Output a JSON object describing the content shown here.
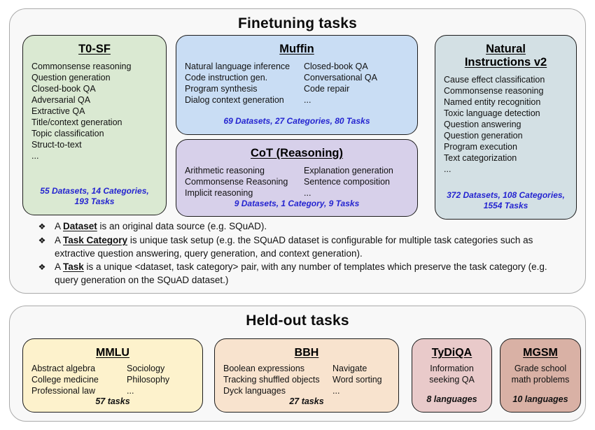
{
  "colors": {
    "count_blue": "#2424d0",
    "t0sf_bg": "#dae9d2",
    "muffin_bg": "#c9ddf4",
    "cot_bg": "#d7d0ea",
    "niv2_bg": "#d3e0e4",
    "mmlu_bg": "#fdf2cc",
    "bbh_bg": "#f8e3ce",
    "tydiqa_bg": "#e9caca",
    "mgsm_bg": "#d9b1a5",
    "panel_bg": "#f8f8f8"
  },
  "finetuning": {
    "title": "Finetuning tasks",
    "bullet_glyph": "❖",
    "t0sf": {
      "title": "T0-SF",
      "items": [
        "Commonsense reasoning",
        "Question generation",
        "Closed-book QA",
        "Adversarial QA",
        "Extractive QA",
        "Title/context generation",
        "Topic classification",
        "Struct-to-text",
        "..."
      ],
      "count_line1": "55 Datasets, 14 Categories,",
      "count_line2": "193 Tasks"
    },
    "muffin": {
      "title": "Muffin",
      "col1": [
        "Natural language inference",
        "Code instruction gen.",
        "Program synthesis",
        "Dialog context generation"
      ],
      "col2": [
        "Closed-book QA",
        "Conversational QA",
        "Code repair",
        "..."
      ],
      "count": "69 Datasets, 27 Categories, 80 Tasks"
    },
    "cot": {
      "title": "CoT (Reasoning)",
      "col1": [
        "Arithmetic reasoning",
        "Commonsense Reasoning",
        "Implicit reasoning"
      ],
      "col2": [
        "Explanation generation",
        "Sentence composition",
        "..."
      ],
      "count": "9 Datasets, 1 Category, 9 Tasks"
    },
    "niv2": {
      "title_line1": "Natural",
      "title_line2": "Instructions v2",
      "items": [
        "Cause effect classification",
        "Commonsense reasoning",
        "Named entity recognition",
        "Toxic language detection",
        "Question answering",
        "Question generation",
        "Program execution",
        "Text categorization",
        "..."
      ],
      "count_line1": "372 Datasets, 108 Categories,",
      "count_line2": "1554 Tasks"
    },
    "bullets": [
      {
        "pre": "A ",
        "term": "Dataset",
        "rest": " is an original data source (e.g. SQuAD)."
      },
      {
        "pre": "A ",
        "term": "Task Category",
        "rest": " is unique task setup (e.g. the SQuAD dataset is configurable for multiple task categories such as extractive question answering, query generation, and context generation)."
      },
      {
        "pre": "A ",
        "term": "Task",
        "rest": " is a unique <dataset, task category> pair, with any number of templates which preserve the task category (e.g. query generation on the SQuAD dataset.)"
      }
    ]
  },
  "heldout": {
    "title": "Held-out tasks",
    "mmlu": {
      "title": "MMLU",
      "col1": [
        "Abstract algebra",
        "College medicine",
        "Professional law"
      ],
      "col2": [
        "Sociology",
        "Philosophy",
        "..."
      ],
      "count": "57 tasks"
    },
    "bbh": {
      "title": "BBH",
      "col1": [
        "Boolean expressions",
        "Tracking shuffled objects",
        "Dyck languages"
      ],
      "col2": [
        "Navigate",
        "Word sorting",
        "..."
      ],
      "count": "27 tasks"
    },
    "tydiqa": {
      "title": "TyDiQA",
      "line1": "Information",
      "line2": "seeking QA",
      "count": "8 languages"
    },
    "mgsm": {
      "title": "MGSM",
      "line1": "Grade school",
      "line2": "math problems",
      "count": "10 languages"
    }
  }
}
